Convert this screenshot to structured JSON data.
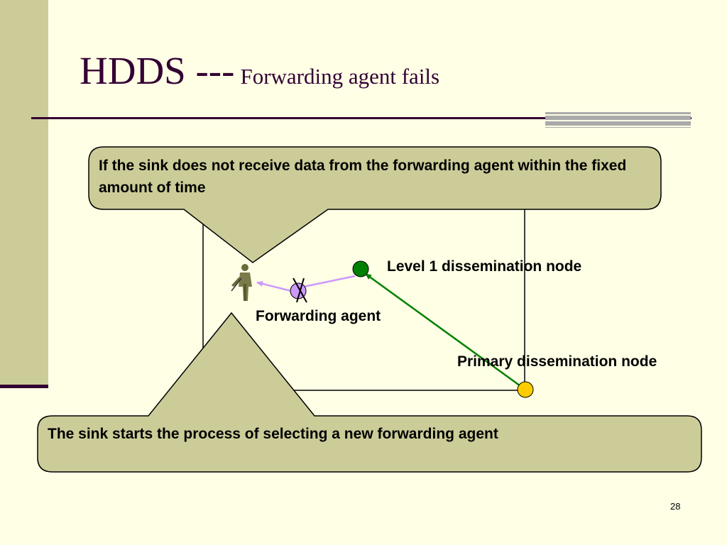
{
  "slide": {
    "title_main": "HDDS ---",
    "title_sub": "Forwarding agent fails",
    "page_number": "28"
  },
  "callouts": {
    "top": "If the sink does not receive data from the forwarding agent within the fixed amount of time",
    "bottom": "The sink starts the process of selecting a new forwarding agent"
  },
  "labels": {
    "level1": "Level 1 dissemination node",
    "forwarding_agent": "Forwarding agent",
    "primary": "Primary dissemination node"
  },
  "colors": {
    "background": "#ffffe6",
    "sidebar": "#cccc99",
    "title": "#330033",
    "callout_fill": "#cccc99",
    "level1_node": "#008000",
    "forwarding_node": "#cc99ff",
    "primary_node": "#ffcc00",
    "green_link": "#008000",
    "purple_link": "#cc99ff"
  },
  "icons": {
    "sink": "soldier-icon",
    "failure_mark": "x-mark-icon"
  }
}
